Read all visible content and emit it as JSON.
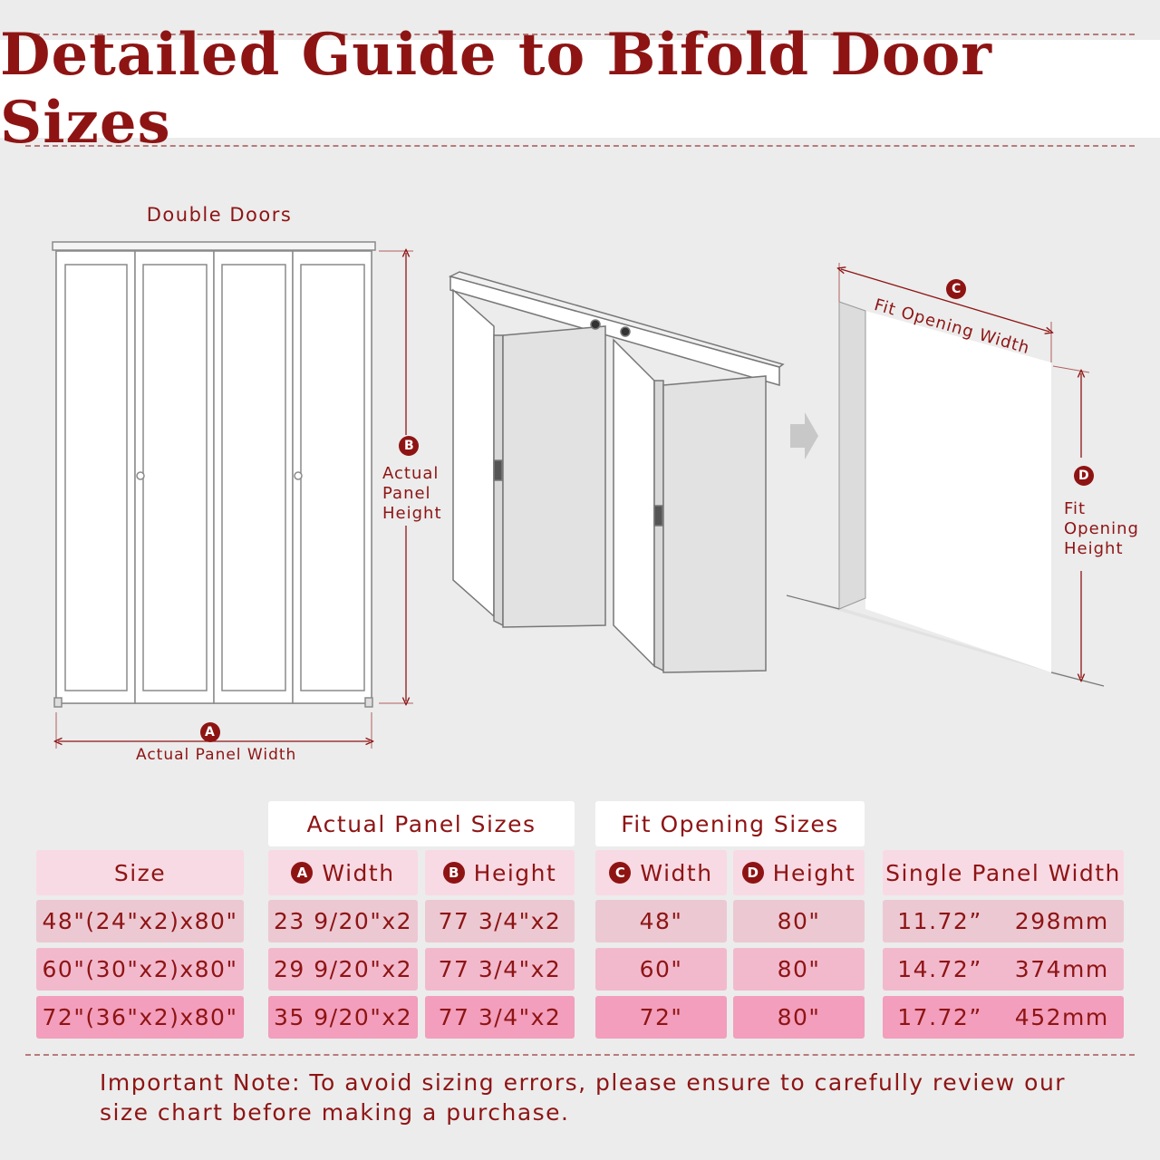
{
  "title": "Detailed Guide to Bifold Door Sizes",
  "diagram": {
    "double_doors_label": "Double Doors",
    "marker_a": "A",
    "marker_b": "B",
    "marker_c": "C",
    "marker_d": "D",
    "actual_panel_width": "Actual Panel Width",
    "actual_panel_height": [
      "Actual",
      "Panel",
      "Height"
    ],
    "fit_opening_width": "Fit Opening Width",
    "fit_opening_height": [
      "Fit",
      "Opening",
      "Height"
    ]
  },
  "table": {
    "actual_panel_sizes": "Actual Panel Sizes",
    "fit_opening_sizes": "Fit Opening Sizes",
    "headers": {
      "size": "Size",
      "a_width": "Width",
      "b_height": "Height",
      "c_width": "Width",
      "d_height": "Height",
      "single_panel_width": "Single Panel Width"
    },
    "rows": [
      {
        "size": "48\"(24\"x2)x80\"",
        "a_width": "23 9/20\"x2",
        "b_height": "77 3/4\"x2",
        "c_width": "48\"",
        "d_height": "80\"",
        "single_in": "11.72”",
        "single_mm": "298mm"
      },
      {
        "size": "60\"(30\"x2)x80\"",
        "a_width": "29 9/20\"x2",
        "b_height": "77 3/4\"x2",
        "c_width": "60\"",
        "d_height": "80\"",
        "single_in": "14.72”",
        "single_mm": "374mm"
      },
      {
        "size": "72\"(36\"x2)x80\"",
        "a_width": "35 9/20\"x2",
        "b_height": "77 3/4\"x2",
        "c_width": "72\"",
        "d_height": "80\"",
        "single_in": "17.72”",
        "single_mm": "452mm"
      }
    ]
  },
  "note": "Important Note: To avoid sizing errors, please ensure to carefully review our size chart before making a purchase.",
  "colors": {
    "accent": "#8e1414",
    "header_pink": "#f8dae4",
    "row1": "#ecc8d2",
    "row2": "#f2b9cd",
    "row3": "#f29ebc",
    "background": "#ececec"
  }
}
